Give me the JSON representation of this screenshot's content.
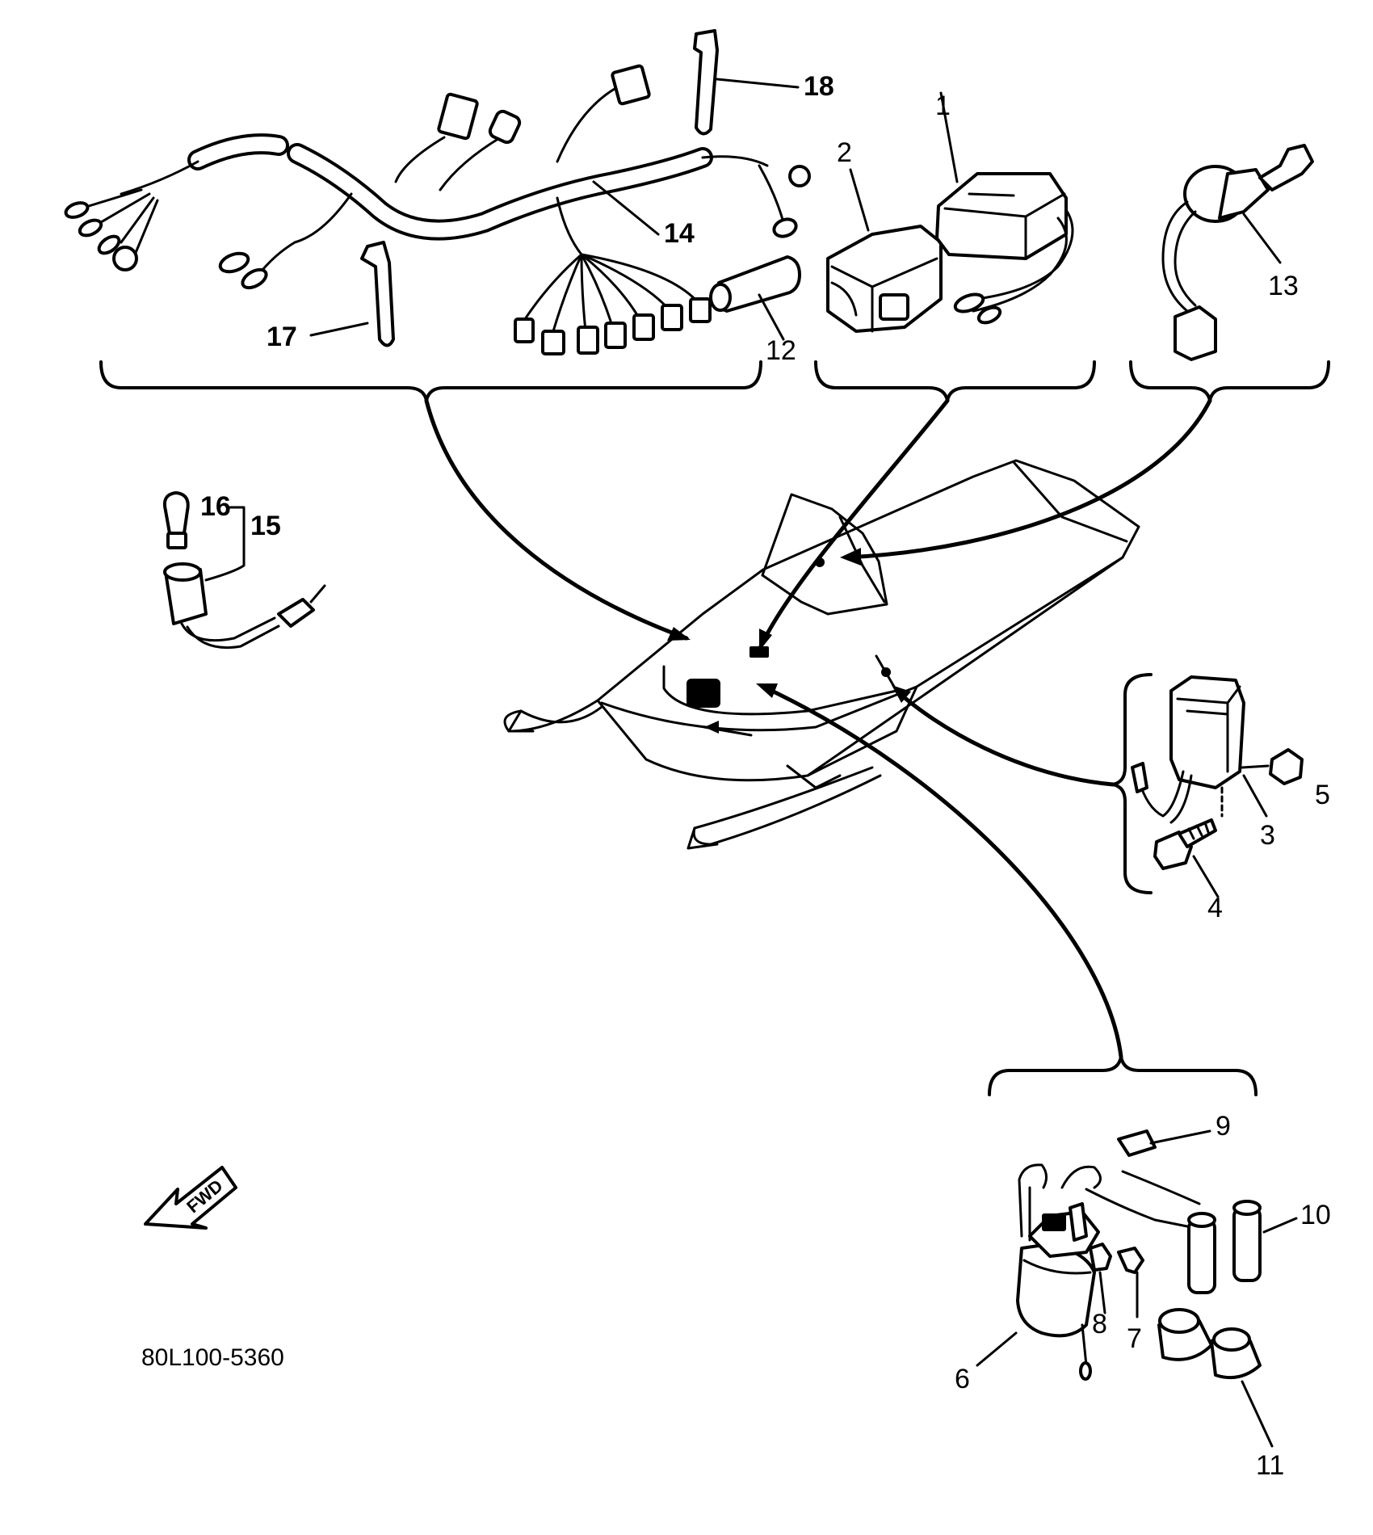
{
  "callouts": {
    "p1": "1",
    "p2": "2",
    "p3": "3",
    "p4": "4",
    "p5": "5",
    "p6": "6",
    "p7": "7",
    "p8": "8",
    "p9": "9",
    "p10": "10",
    "p11": "11",
    "p12": "12",
    "p13": "13",
    "p14": "14",
    "p15": "15",
    "p16": "16",
    "p17": "17",
    "p18": "18"
  },
  "direction_arrow": {
    "label": "FWD",
    "icon": "forward-arrow-icon"
  },
  "drawing_code": "80L100-5360"
}
